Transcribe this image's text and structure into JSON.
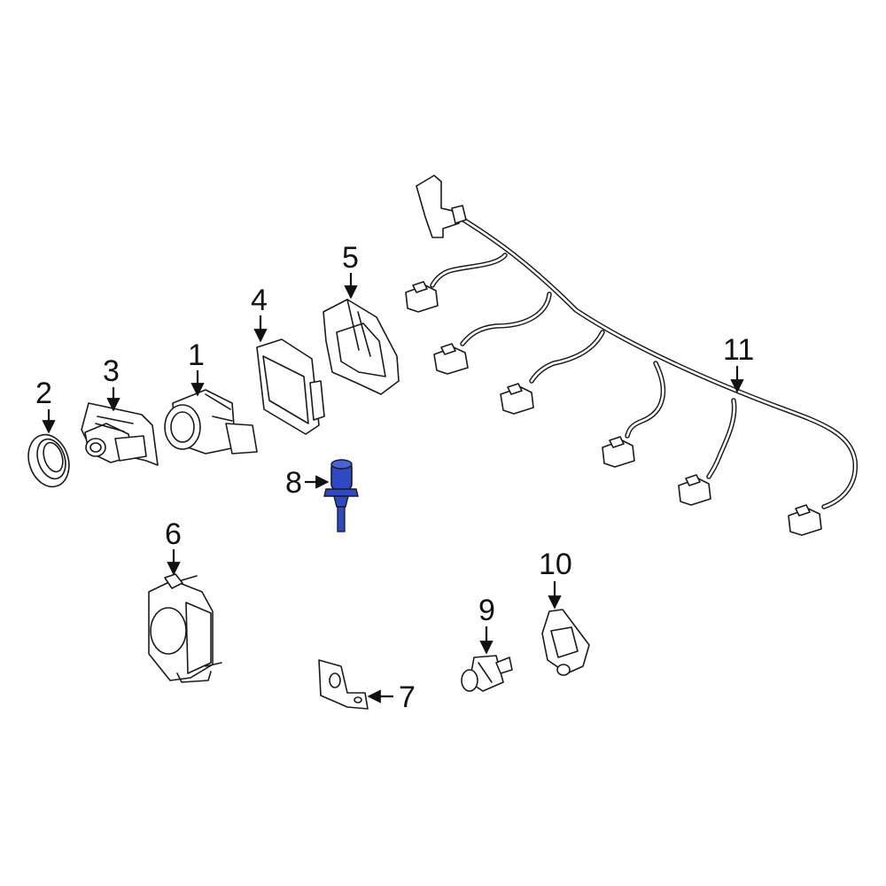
{
  "callouts": {
    "c1": "1",
    "c2": "2",
    "c3": "3",
    "c4": "4",
    "c5": "5",
    "c6": "6",
    "c7": "7",
    "c8": "8",
    "c9": "9",
    "c10": "10",
    "c11": "11"
  },
  "colors": {
    "highlight": "#2f49c4",
    "line": "#1a1a1a",
    "background": "#ffffff"
  },
  "highlighted_part": "8"
}
